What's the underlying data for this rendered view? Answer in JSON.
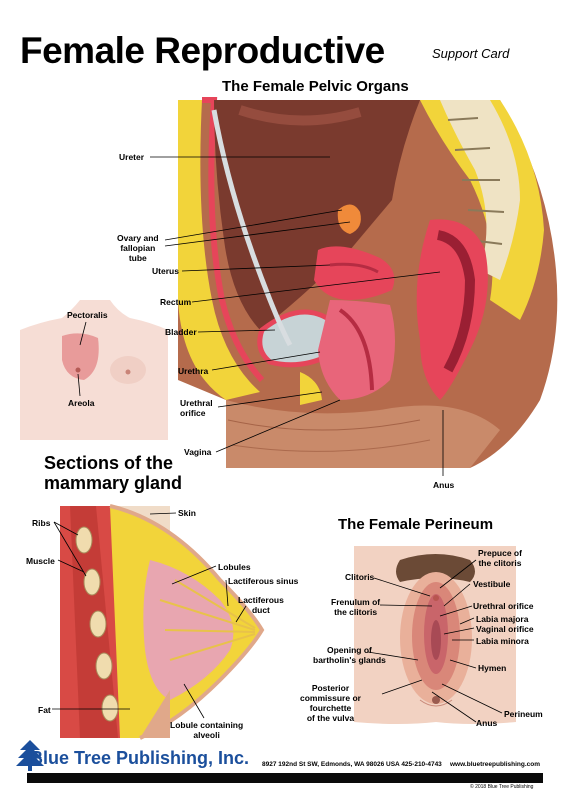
{
  "header": {
    "title": "Female Reproductive",
    "subtitle": "Support Card"
  },
  "pelvic": {
    "heading": "The Female Pelvic Organs",
    "labels": {
      "ureter": "Ureter",
      "ovary": "Ovary and\nfallopian\ntube",
      "uterus": "Uterus",
      "rectum": "Rectum",
      "bladder": "Bladder",
      "urethra": "Urethra",
      "urethral_orifice": "Urethral\norifice",
      "vagina": "Vagina",
      "anus": "Anus"
    }
  },
  "torso": {
    "labels": {
      "pectoralis": "Pectoralis",
      "areola": "Areola"
    }
  },
  "mammary": {
    "heading": "Sections of the\nmammary gland",
    "labels": {
      "skin": "Skin",
      "ribs": "Ribs",
      "muscle": "Muscle",
      "lobules": "Lobules",
      "lactiferous_sinus": "Lactiferous sinus",
      "lactiferous_duct": "Lactiferous\nduct",
      "fat": "Fat",
      "lobule_alveoli": "Lobule containing\nalveoli"
    }
  },
  "perineum": {
    "heading": "The Female Perineum",
    "labels": {
      "prepuce": "Prepuce of\nthe clitoris",
      "clitoris": "Clitoris",
      "vestibule": "Vestibule",
      "frenulum": "Frenulum of\nthe clitoris",
      "urethral_orifice": "Urethral orifice",
      "labia_majora": "Labia majora",
      "vaginal_orifice": "Vaginal orifice",
      "labia_minora": "Labia minora",
      "bartholin": "Opening of\nbartholin's glands",
      "hymen": "Hymen",
      "posterior": "Posterior\ncommissure or\nfourchette\nof the vulva",
      "anus": "Anus",
      "perineum": "Perineum"
    }
  },
  "footer": {
    "publisher": "Blue Tree Publishing, Inc.",
    "address": "8927 192nd St SW, Edmonds, WA 98026 USA 425-210-4743",
    "website": "www.bluetreepublishing.com",
    "copyright": "© 2018 Blue Tree Publishing"
  },
  "colors": {
    "brand": "#1b4f9c",
    "tissue": "#e6455a",
    "fat": "#f2d43a",
    "skin": "#d79a78",
    "bone": "#efe3c4"
  }
}
